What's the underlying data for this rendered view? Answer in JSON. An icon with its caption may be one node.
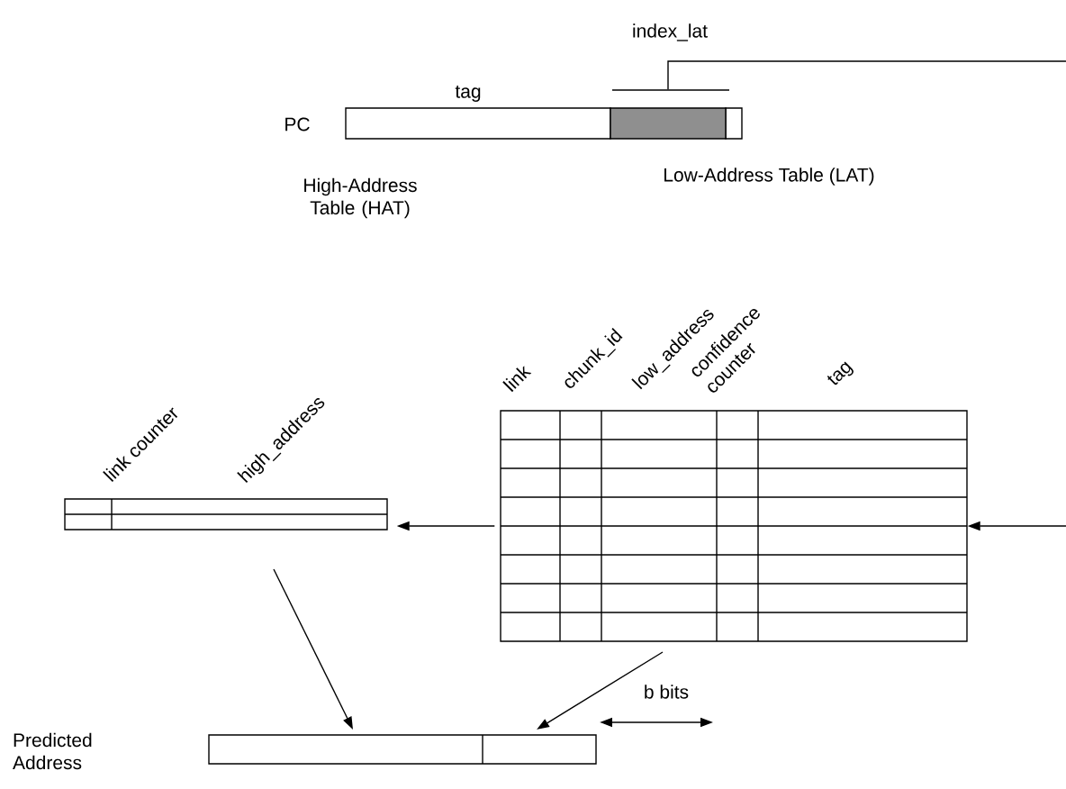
{
  "diagram": {
    "nodes": [
      {
        "text": [
          "tag"
        ],
        "beside": [
          "PC"
        ]
      },
      {
        "text": [
          "index_lat"
        ]
      },
      {
        "text": [
          "link counter",
          "high_address"
        ]
      },
      {
        "text": [
          "link",
          "chunk_id",
          "low_address",
          "confidence counter",
          "tag"
        ]
      },
      {
        "text": [],
        "shape": "bar"
      }
    ],
    "edges": [
      {
        "from": 1,
        "to": null,
        "arrow": "none"
      },
      {
        "from": null,
        "to": 3,
        "arrow": "to"
      },
      {
        "from": 3,
        "to": 2,
        "arrow": "to"
      },
      {
        "from": 2,
        "to": 4,
        "arrow": "to"
      },
      {
        "from": 3,
        "to": 4,
        "arrow": "to"
      }
    ],
    "labels": [
      "High-Address Table (HAT)",
      "Low-Address Table (LAT)",
      "b bits",
      "Predicted Address"
    ]
  }
}
